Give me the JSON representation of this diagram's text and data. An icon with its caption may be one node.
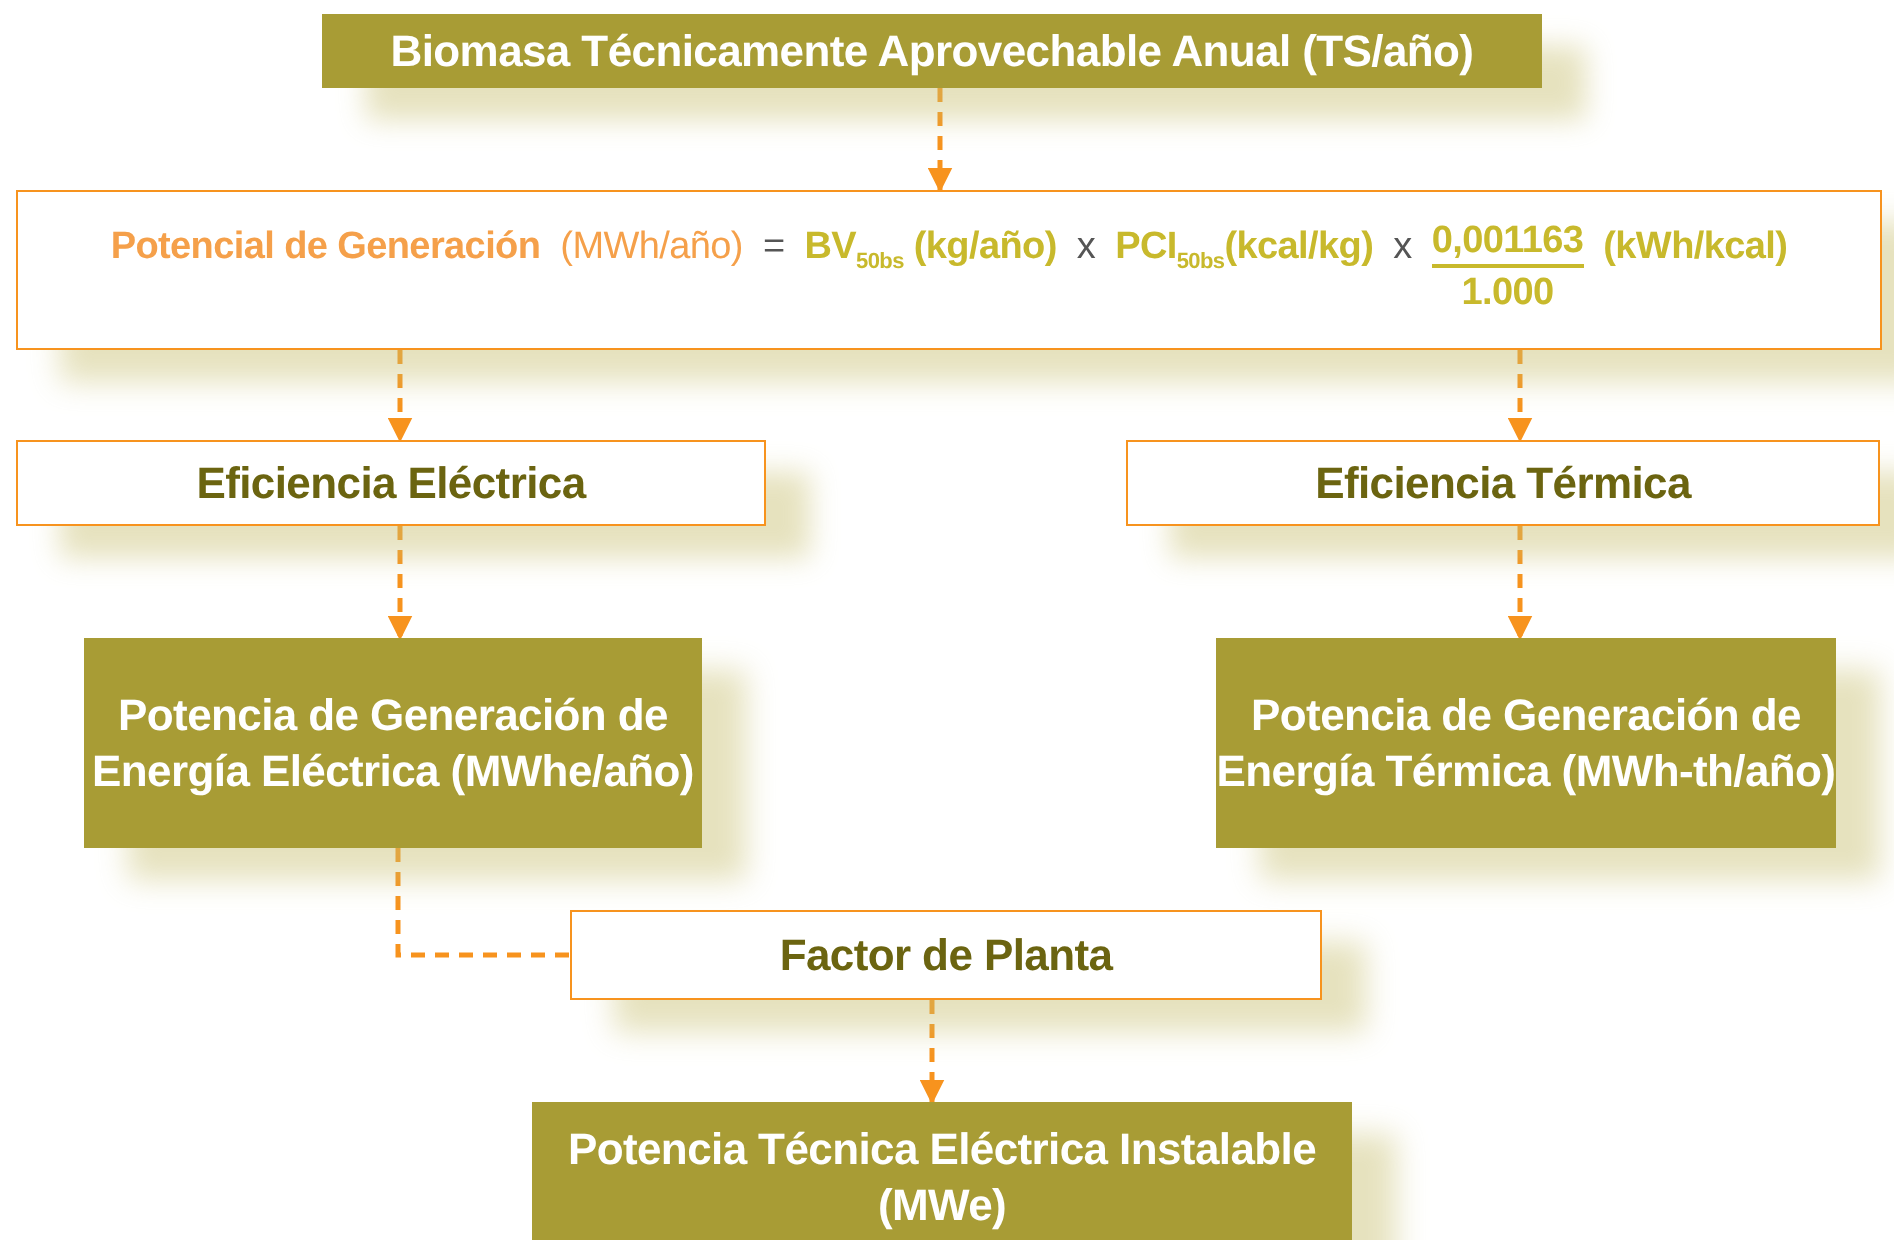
{
  "diagram": {
    "nodes": [
      {
        "text": [
          "Biomasa Técnicamente Aprovechable Anual (TS/año)"
        ]
      },
      {
        "text": [
          "Potencial de Generación",
          "(MWh/año)",
          "=",
          "BV$_{50bs}$ (kg/año)",
          "x",
          "PCI$_{50bs}$(kcal/kg)",
          "x",
          "0,001163",
          "(kWh/kcal)",
          "1.000"
        ]
      },
      {
        "text": [
          "Eficiencia Eléctrica"
        ]
      },
      {
        "text": [
          "Eficiencia Térmica"
        ]
      },
      {
        "text": [
          "Potencia de Generación de Energía Eléctrica (MWhe/año)"
        ]
      },
      {
        "text": [
          "Potencia de Generación de Energía Térmica (MWh-th/año)"
        ]
      },
      {
        "text": [
          "Factor de Planta"
        ]
      },
      {
        "text": [
          "Potencia Técnica Eléctrica Instalable (MWe)"
        ]
      }
    ],
    "edges": [
      {
        "from": 0,
        "to": 1,
        "arrow": "to",
        "style": "dashed"
      },
      {
        "from": 1,
        "to": 2,
        "arrow": "to",
        "style": "dashed"
      },
      {
        "from": 1,
        "to": 3,
        "arrow": "to",
        "style": "dashed"
      },
      {
        "from": 2,
        "to": 4,
        "arrow": "to",
        "style": "dashed"
      },
      {
        "from": 3,
        "to": 5,
        "arrow": "to",
        "style": "dashed"
      },
      {
        "from": 4,
        "to": 6,
        "arrow": "none",
        "style": "dashed"
      },
      {
        "from": 6,
        "to": 7,
        "arrow": "to",
        "style": "dashed"
      }
    ]
  }
}
